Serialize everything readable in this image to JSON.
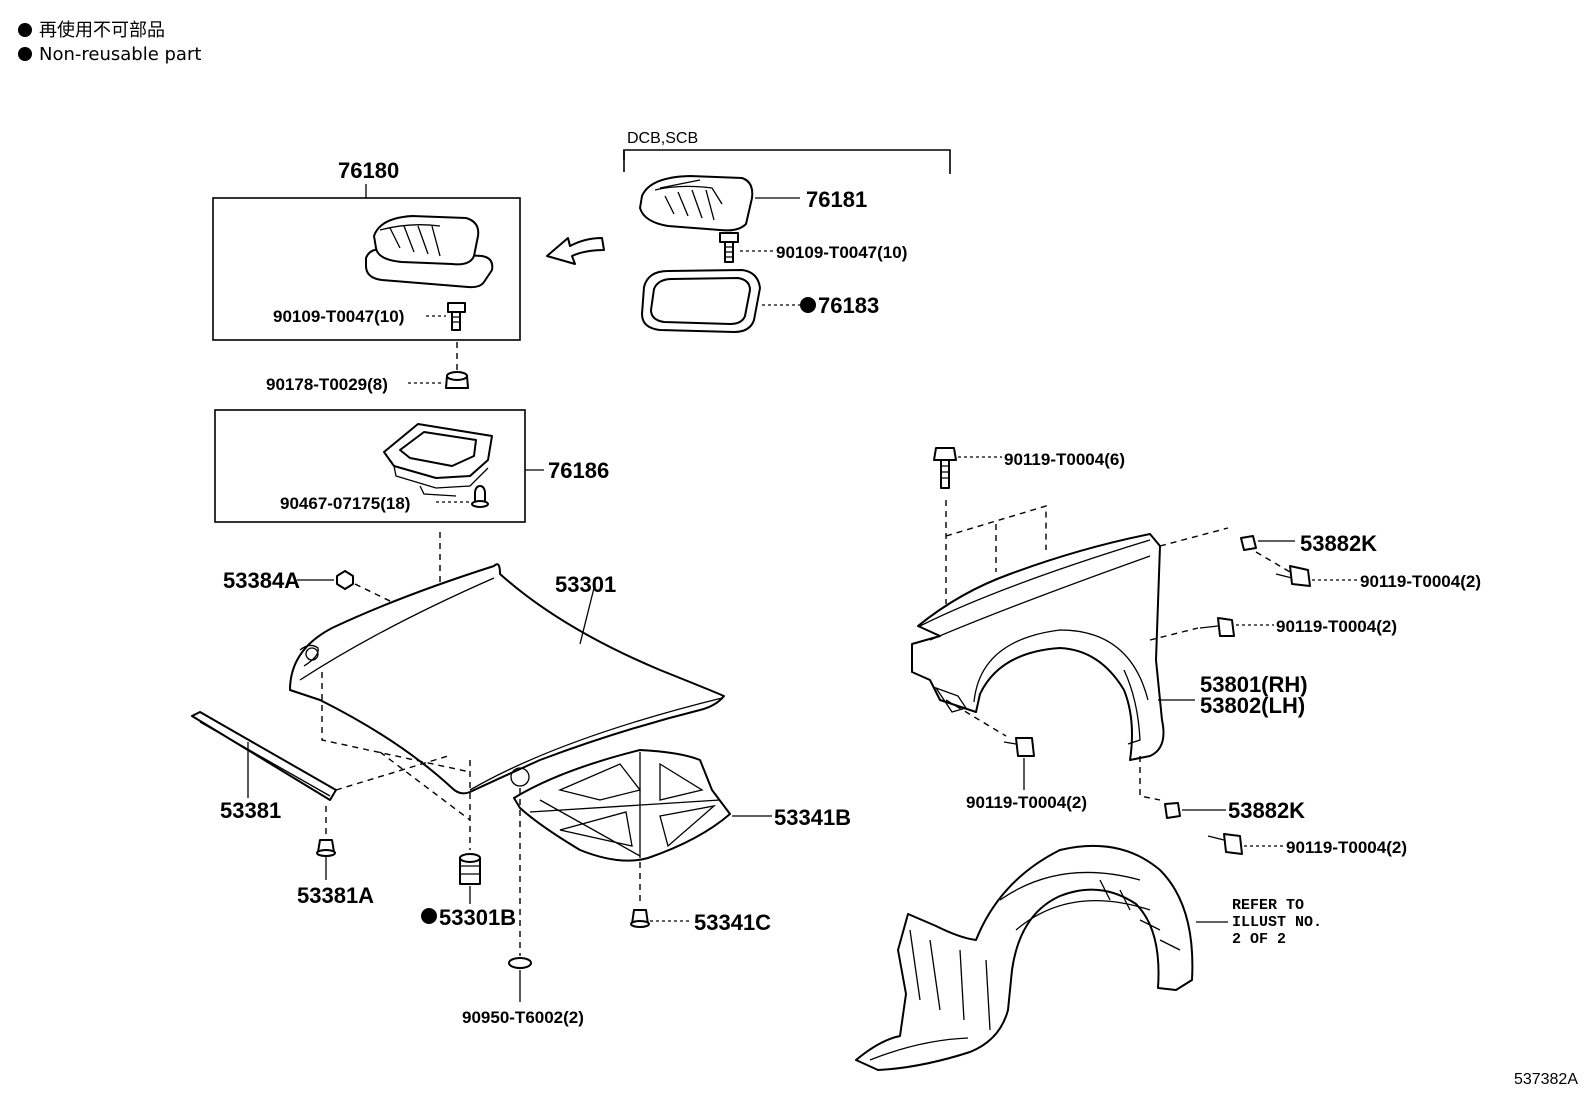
{
  "legend": {
    "jp": "再使用不可部品",
    "en": "Non-reusable part"
  },
  "group_label": "DCB,SCB",
  "parts": {
    "p76180": "76180",
    "p76181": "76181",
    "p76183": "76183",
    "p76186": "76186",
    "p90109_a": "90109-T0047(10)",
    "p90109_b": "90109-T0047(10)",
    "p90178": "90178-T0029(8)",
    "p90467": "90467-07175(18)",
    "p53384A": "53384A",
    "p53301": "53301",
    "p53381": "53381",
    "p53381A": "53381A",
    "p53301B": "53301B",
    "p53341B": "53341B",
    "p53341C": "53341C",
    "p90950": "90950-T6002(2)",
    "p90119_6": "90119-T0004(6)",
    "p53882K_a": "53882K",
    "p90119_2a": "90119-T0004(2)",
    "p90119_2b": "90119-T0004(2)",
    "p53801": "53801(RH)",
    "p53802": "53802(LH)",
    "p90119_2c": "90119-T0004(2)",
    "p53882K_b": "53882K",
    "p90119_2d": "90119-T0004(2)"
  },
  "reference_note": [
    "REFER TO",
    "ILLUST NO.",
    "2 OF 2"
  ],
  "diagram_id": "537382A"
}
